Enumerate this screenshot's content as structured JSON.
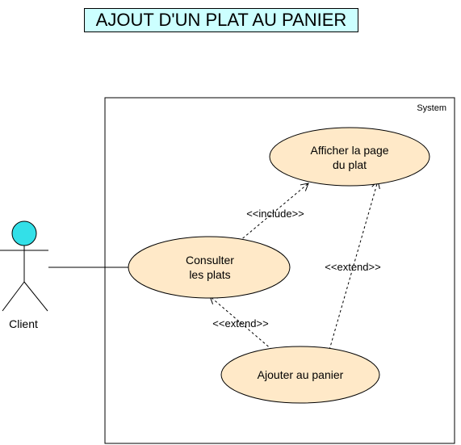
{
  "title": {
    "text": "AJOUT D'UN PLAT AU PANIER",
    "background": "#CCFFFF"
  },
  "system": {
    "label": "System"
  },
  "actor": {
    "label": "Client",
    "head_color": "#33E0E8"
  },
  "use_cases": {
    "afficher": {
      "line1": "Afficher la page",
      "line2": "du plat",
      "fill": "#FFE9C8"
    },
    "consulter": {
      "line1": "Consulter",
      "line2": "les plats",
      "fill": "#FFE9C8"
    },
    "ajouter": {
      "line1": "Ajouter au panier",
      "fill": "#FFE9C8"
    }
  },
  "relations": {
    "include_label": "<<include>>",
    "extend_label_1": "<<extend>>",
    "extend_label_2": "<<extend>>"
  }
}
